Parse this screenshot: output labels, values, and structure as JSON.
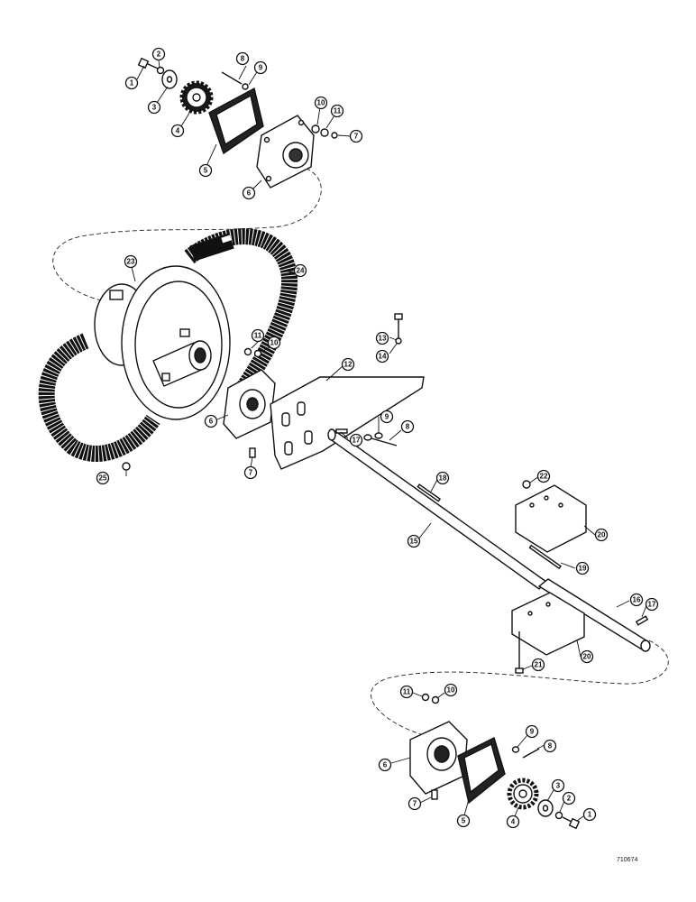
{
  "figure_ref": "710674",
  "callouts": {
    "top": {
      "c1": "1",
      "c2": "2",
      "c3": "3",
      "c4": "4",
      "c5": "5",
      "c6": "6",
      "c7": "7",
      "c8": "8",
      "c9": "9",
      "c10": "10",
      "c11": "11"
    },
    "middle": {
      "c23": "23",
      "c24": "24",
      "c25": "25",
      "c11": "11",
      "c10": "10",
      "c6": "6",
      "c7": "7",
      "c13": "13",
      "c14": "14",
      "c12": "12",
      "c9": "9",
      "c8": "8",
      "c17a": "17",
      "c18": "18",
      "c15": "15",
      "c22": "22",
      "c20a": "20",
      "c19": "19",
      "c16": "16",
      "c17b": "17",
      "c20b": "20",
      "c21": "21"
    },
    "bottom": {
      "c11": "11",
      "c10": "10",
      "c6": "6",
      "c9": "9",
      "c8": "8",
      "c7": "7",
      "c5": "5",
      "c3": "3",
      "c2": "2",
      "c1": "1",
      "c4": "4"
    }
  }
}
